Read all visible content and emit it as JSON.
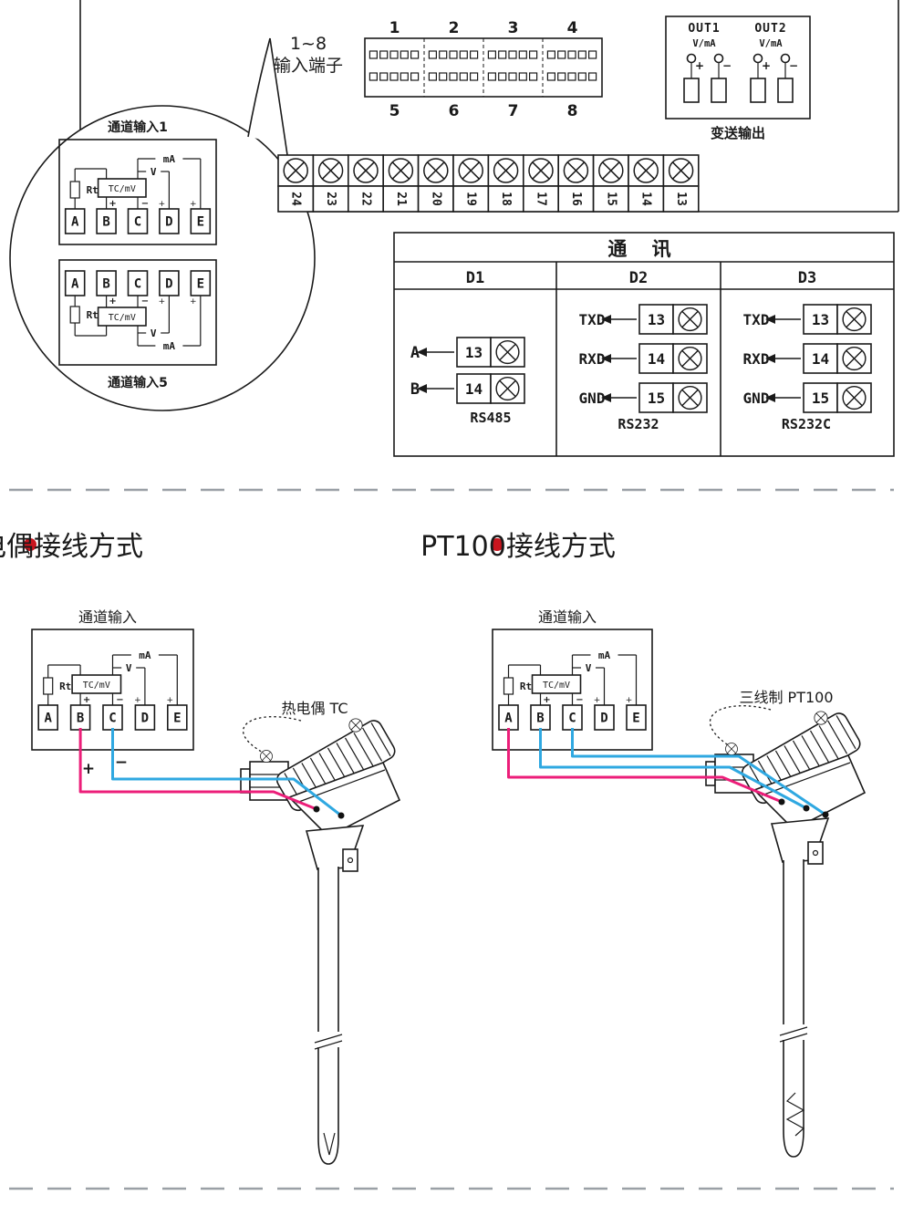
{
  "panel": {
    "input_label_line1": "1~8",
    "input_label_line2": "输入端子",
    "connector_top_numbers": [
      "1",
      "2",
      "3",
      "4"
    ],
    "connector_bottom_numbers": [
      "5",
      "6",
      "7",
      "8"
    ],
    "output": {
      "out1": "OUT1",
      "out2": "OUT2",
      "vma": "V/mA",
      "plus": "+",
      "minus": "−",
      "caption": "变送输出"
    },
    "strip_numbers": [
      "24",
      "23",
      "22",
      "21",
      "20",
      "19",
      "18",
      "17",
      "16",
      "15",
      "14",
      "13"
    ]
  },
  "bubble": {
    "channel1": "通道输入1",
    "channel5": "通道输入5"
  },
  "channel_box": {
    "terminals": [
      "A",
      "B",
      "C",
      "D",
      "E"
    ],
    "rt": "Rt",
    "tc": "TC/mV",
    "v": "V",
    "ma": "mA",
    "plus": "+",
    "minus": "−"
  },
  "comm": {
    "title": "通 讯",
    "columns": [
      {
        "header": "D1",
        "rows": [
          {
            "signal": "A",
            "terminal": "13"
          },
          {
            "signal": "B",
            "terminal": "14"
          }
        ],
        "bus": "RS485"
      },
      {
        "header": "D2",
        "rows": [
          {
            "signal": "TXD",
            "terminal": "13"
          },
          {
            "signal": "RXD",
            "terminal": "14"
          },
          {
            "signal": "GND",
            "terminal": "15"
          }
        ],
        "bus": "RS232"
      },
      {
        "header": "D3",
        "rows": [
          {
            "signal": "TXD",
            "terminal": "13"
          },
          {
            "signal": "RXD",
            "terminal": "14"
          },
          {
            "signal": "GND",
            "terminal": "15"
          }
        ],
        "bus": "RS232C"
      }
    ]
  },
  "sections": {
    "tc": {
      "title": "热电偶接线方式",
      "channel_label": "通道输入",
      "probe_label": "热电偶 TC",
      "wire_plus": "+",
      "wire_minus": "−"
    },
    "pt100": {
      "title": "PT100接线方式",
      "channel_label": "通道输入",
      "probe_label": "三线制 PT100"
    }
  },
  "colors": {
    "wire_pink": "#ec1e79",
    "wire_blue": "#2fa8e1",
    "bullet": "#c9151e",
    "line": "#1a1a1a"
  }
}
